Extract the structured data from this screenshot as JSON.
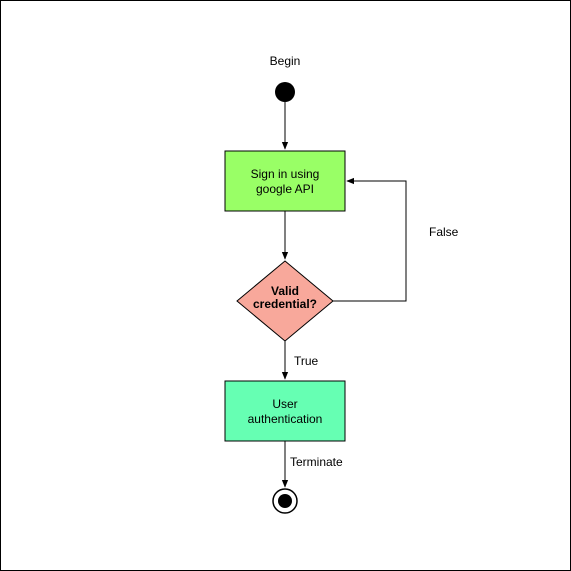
{
  "diagram": {
    "begin_label": "Begin",
    "nodes": {
      "sign_in": {
        "line1": "Sign in using",
        "line2": "google API",
        "fill": "#99ff66"
      },
      "decision": {
        "line1": "Valid",
        "line2": "credential?",
        "fill": "#f8a89b"
      },
      "user_auth": {
        "line1": "User",
        "line2": "authentication",
        "fill": "#66ffb3"
      }
    },
    "edges": {
      "false_label": "False",
      "true_label": "True",
      "terminate_label": "Terminate"
    }
  }
}
